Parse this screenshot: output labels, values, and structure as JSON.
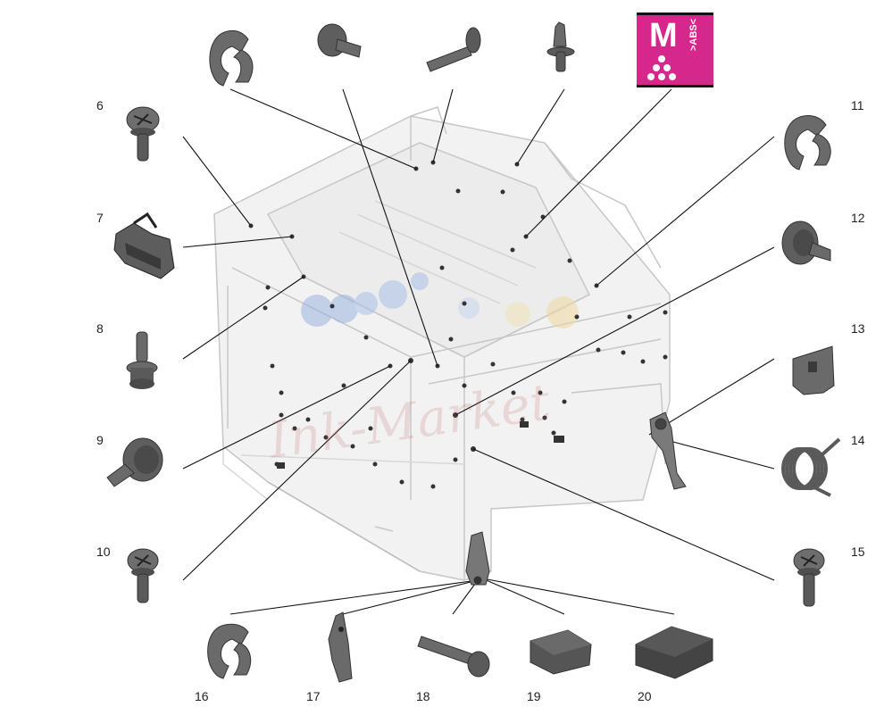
{
  "callouts": {
    "n6": "6",
    "n7": "7",
    "n8": "8",
    "n9": "9",
    "n10": "10",
    "n11": "11",
    "n12": "12",
    "n13": "13",
    "n14": "14",
    "n15": "15",
    "n16": "16",
    "n17": "17",
    "n18": "18",
    "n19": "19",
    "n20": "20"
  },
  "badge": {
    "letter": "M",
    "material": ">ABS<",
    "color": "#d6288c"
  },
  "watermark": {
    "text": "Ink-Market"
  }
}
